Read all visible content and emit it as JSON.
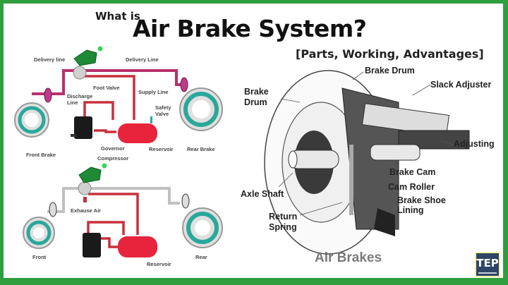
{
  "header": {
    "pre_title": "What is",
    "title": "Air Brake System?",
    "subtitle": "[Parts, Working, Advantages]"
  },
  "top_diagram": {
    "labels": {
      "delivery_line_left": "Delivery line",
      "delivery_line_right": "Delivery Line",
      "foot_valve": "Foot Valve",
      "discharge_line": "Discharge",
      "discharge_line_2": "Line",
      "supply_line": "Supply Line",
      "safety_valve": "Safety",
      "safety_valve_2": "Valve",
      "front_brake": "Front Brake",
      "governor": "Governor",
      "compressor": "Compressor",
      "reservoir": "Reservoir",
      "rear_brake": "Rear Brake"
    }
  },
  "bottom_diagram": {
    "labels": {
      "exhaust_air": "Exhause Air",
      "front": "Front",
      "reservoir": "Reservoir",
      "rear": "Rear"
    }
  },
  "right_diagram": {
    "labels": {
      "brake_drum_top": "Brake Drum",
      "brake_drum_left": "Brake",
      "brake_drum_left_2": "Drum",
      "slack_adjuster": "Slack Adjuster",
      "adjusting": "Adjusting",
      "brake_cam": "Brake Cam",
      "axle_shaft": "Axle Shaft",
      "cam_roller": "Cam Roller",
      "brake_shoe_lining": "Brake Shoe",
      "brake_shoe_lining_2": "Lining",
      "return_spring": "Return",
      "return_spring_2": "Spring"
    },
    "caption": "Air Brakes"
  },
  "logo": {
    "text": "TEP"
  },
  "colors": {
    "border_green": "#2e9e3e",
    "delivery_line": "#b8306e",
    "supply_line": "#c8303c",
    "reservoir": "#e8243c",
    "pedal_green": "#1f8a35",
    "brake_teal": "#2aa89a",
    "logo_bg": "#2f4566"
  }
}
